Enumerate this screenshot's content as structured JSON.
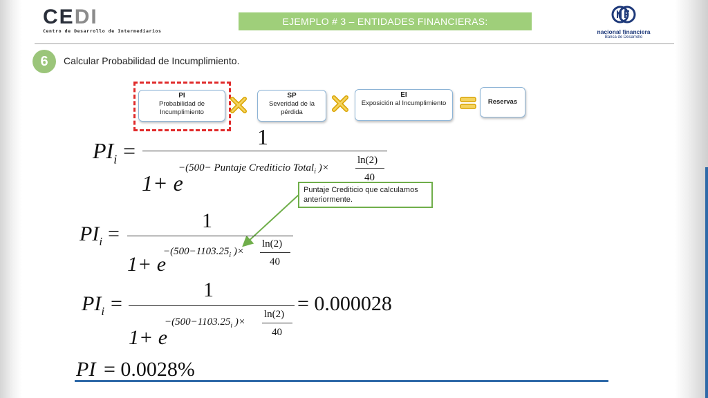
{
  "header": {
    "logo_left": {
      "main_a": "CE",
      "main_b": "DI",
      "subtitle": "Centro de Desarrollo de Intermediarios"
    },
    "title": "EJEMPLO # 3 – ENTIDADES FINANCIERAS:",
    "logo_right": {
      "name": "nacional financiera",
      "subtitle": "Banca de Desarrollo"
    }
  },
  "step": {
    "number": "6",
    "text": "Calcular  Probabilidad de Incumplimiento."
  },
  "flow": {
    "pi": {
      "abbr": "PI",
      "label": "Probabilidad de Incumplimiento"
    },
    "sp": {
      "abbr": "SP",
      "label": "Severidad de la pérdida"
    },
    "ei": {
      "abbr": "EI",
      "label": "Exposición al Incumplimiento"
    },
    "reservas": {
      "label": "Reservas"
    }
  },
  "formula1": {
    "lhs": "PI",
    "sub": "i",
    "eq": "=",
    "num": "1",
    "base": "1+ e",
    "exp": "−(500− Puntaje Crediticio Total",
    "exp_sub": "i",
    "exp_end": " )×",
    "ln": "ln(2)",
    "denom": "40"
  },
  "note": {
    "text": "Puntaje Crediticio que calculamos anteriormente."
  },
  "formula2": {
    "lhs": "PI",
    "sub": "i",
    "eq": "=",
    "num": "1",
    "base": "1+ e",
    "exp": "−(500−1103.25",
    "exp_sub": "i",
    "exp_end": " )×",
    "ln": "ln(2)",
    "denom": "40"
  },
  "formula3": {
    "lhs": "PI",
    "sub": "i",
    "eq": "=",
    "num": "1",
    "base": "1+ e",
    "exp": "−(500−1103.25",
    "exp_sub": "i",
    "exp_end": " )×",
    "ln": "ln(2)",
    "denom": "40",
    "result": "= 0.000028"
  },
  "result": {
    "lhs": "PI",
    "value": "= 0.0028%"
  },
  "colors": {
    "accent_green": "#9fcf7a",
    "highlight_red": "#e02a2a",
    "rule_blue": "#2f6aa8",
    "note_border": "#6fae4a"
  }
}
